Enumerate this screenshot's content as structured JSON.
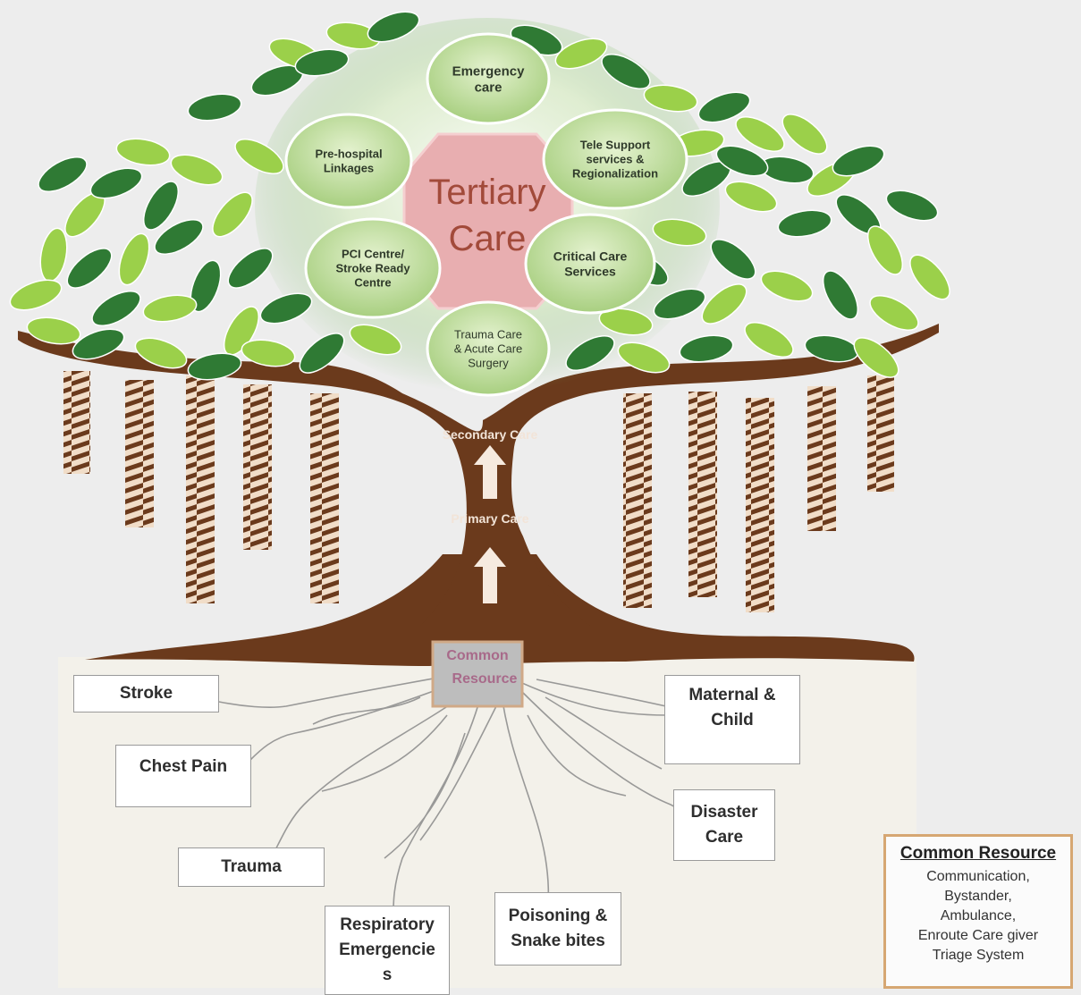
{
  "center": {
    "line1": "Tertiary",
    "line2": "Care"
  },
  "services": [
    {
      "id": "emergency",
      "lines": [
        "Emergency",
        "care"
      ]
    },
    {
      "id": "tele",
      "lines": [
        "Tele Support",
        "services &",
        "Regionalization"
      ]
    },
    {
      "id": "critical",
      "lines": [
        "Critical Care",
        "Services"
      ]
    },
    {
      "id": "trauma-surgery",
      "lines": [
        "Trauma Care",
        "& Acute Care",
        "Surgery"
      ]
    },
    {
      "id": "pci",
      "lines": [
        "PCI Centre/",
        "Stroke Ready",
        "Centre"
      ]
    },
    {
      "id": "prehospital",
      "lines": [
        "Pre-hospital",
        "Linkages"
      ]
    }
  ],
  "trunk": {
    "secondary": "Secondary Care",
    "primary": "Primary Care"
  },
  "common_box": {
    "line1": "Common",
    "line2": "Resource"
  },
  "roots": {
    "stroke": "Stroke",
    "chest_pain": "Chest Pain",
    "trauma": "Trauma",
    "respiratory": [
      "Respiratory",
      "Emergencie",
      "s"
    ],
    "poisoning": [
      "Poisoning &",
      "Snake bites"
    ],
    "disaster": [
      "Disaster",
      "Care"
    ],
    "maternal": [
      "Maternal &",
      "Child"
    ]
  },
  "legend": {
    "title": "Common Resource",
    "items": [
      "Communication,",
      "Bystander,",
      "Ambulance,",
      "Enroute Care giver",
      "Triage System"
    ]
  },
  "colors": {
    "trunk": "#6b3a1c",
    "leaf_dark": "#2f7a34",
    "leaf_light": "#9bd04a",
    "oval": "#c9e2a8",
    "center": "#e8aeb0",
    "center_text": "#a24a3a",
    "legend_border": "#d6a772"
  }
}
